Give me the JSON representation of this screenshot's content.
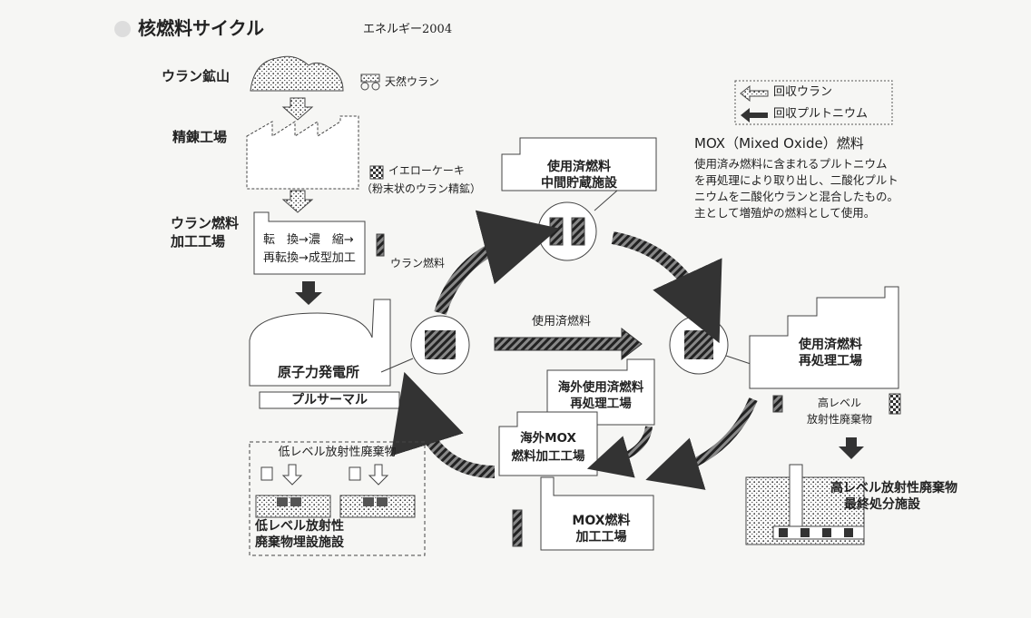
{
  "header": {
    "title": "核燃料サイクル",
    "subtitle": "エネルギー2004"
  },
  "legend": {
    "recovered_uranium": "回収ウラン",
    "recovered_plutonium": "回収プルトニウム"
  },
  "mox_note": {
    "heading": "MOX（Mixed Oxide）燃料",
    "lines": [
      "使用済み燃料に含まれるプルトニウム",
      "を再処理により取り出し、二酸化プルト",
      "ニウムを二酸化ウランと混合したもの。",
      "主として増殖炉の燃料として使用。"
    ]
  },
  "labels": {
    "uranium_mine": "ウラン鉱山",
    "natural_uranium": "天然ウラン",
    "refinery": "精錬工場",
    "yellowcake": "イエローケーキ",
    "yellowcake_note": "（粉末状のウラン精鉱）",
    "fuel_plant_1": "ウラン燃料",
    "fuel_plant_2": "加工工場",
    "process_1": "転　換→濃　縮→",
    "process_2": "再転換→成型加工",
    "uranium_fuel": "ウラン燃料",
    "power_plant": "原子力発電所",
    "pluthermal": "プルサーマル",
    "interim_1": "使用済燃料",
    "interim_2": "中間貯蔵施設",
    "spent_fuel_flow": "使用済燃料",
    "reprocess_1": "使用済燃料",
    "reprocess_2": "再処理工場",
    "overseas_reprocess_1": "海外使用済燃料",
    "overseas_reprocess_2": "再処理工場",
    "overseas_mox_1": "海外MOX",
    "overseas_mox_2": "燃料加工工場",
    "mox_plant_1": "MOX燃料",
    "mox_plant_2": "加工工場",
    "hlw_1": "高レベル",
    "hlw_2": "放射性廃棄物",
    "hlw_disposal_1": "高レベル放射性廃棄物",
    "hlw_disposal_2": "最終処分施設",
    "llw_header": "低レベル放射性廃棄物",
    "llw_facility_1": "低レベル放射性",
    "llw_facility_2": "廃棄物埋設施設"
  },
  "colors": {
    "ink": "#222222",
    "arrow_dark": "#4a4a4a",
    "paper": "#f6f6f4"
  }
}
